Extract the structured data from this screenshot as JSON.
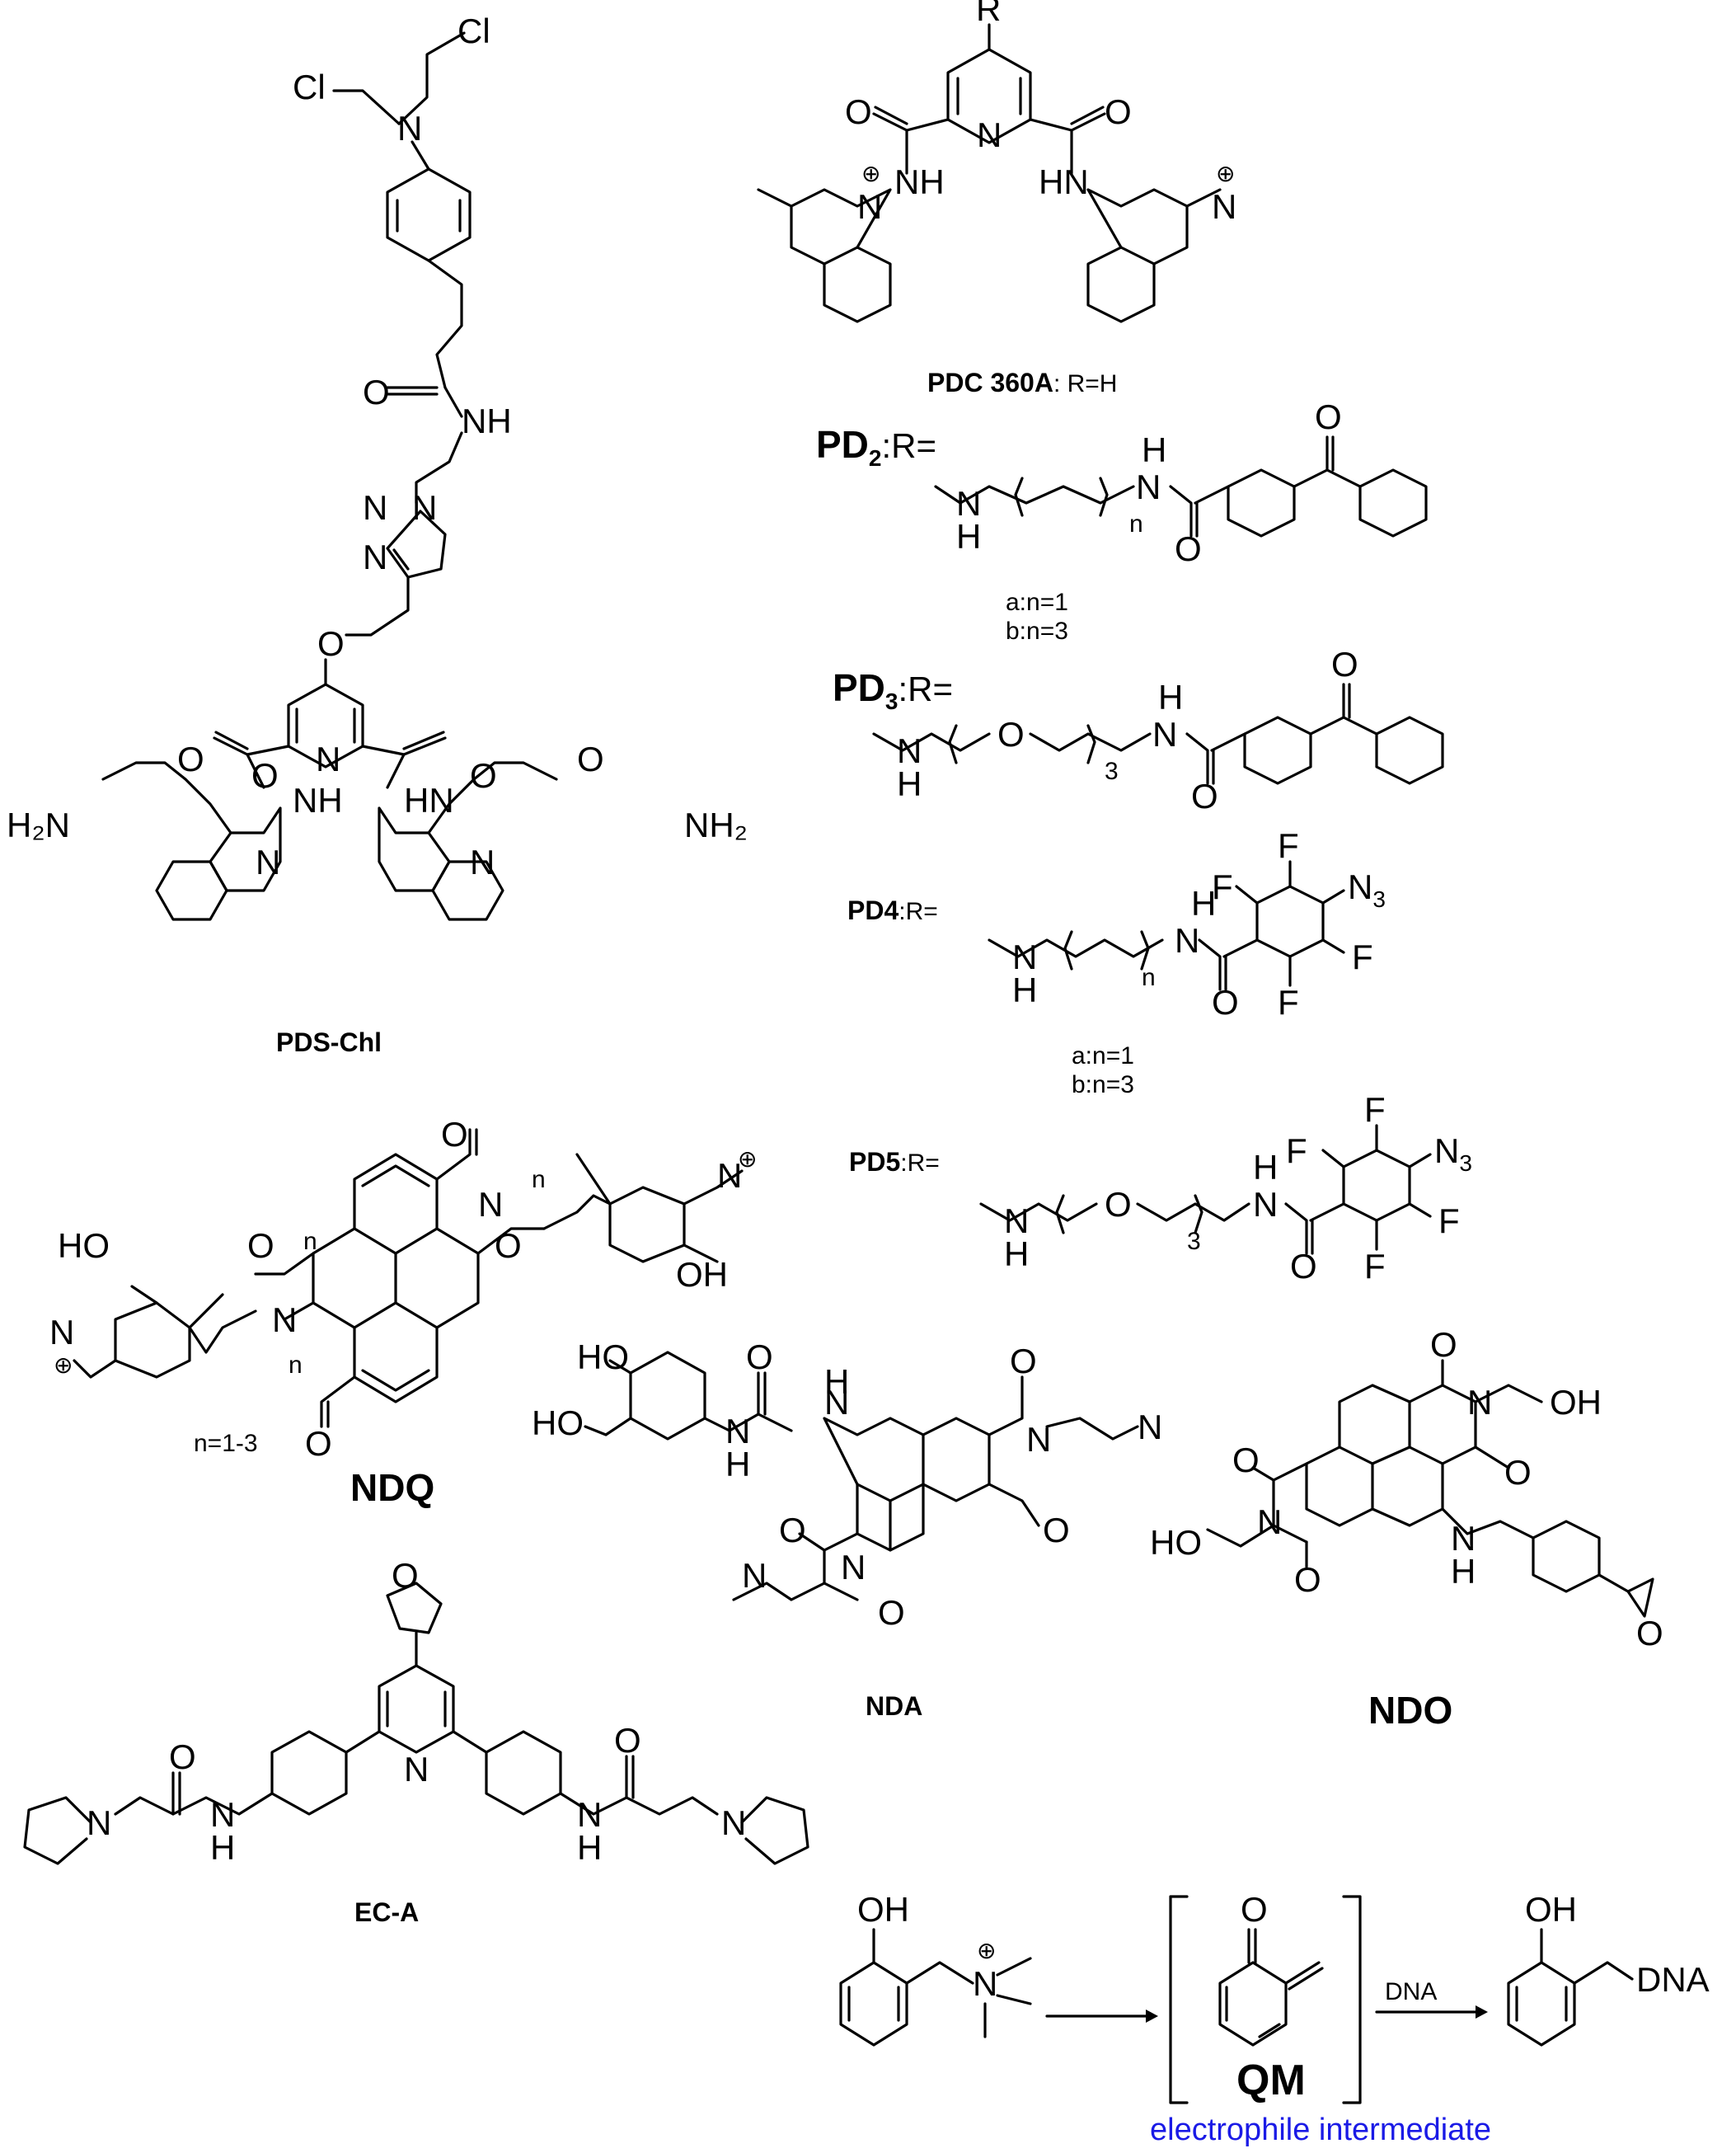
{
  "compounds": {
    "pds_chl": {
      "name": "PDS-Chl",
      "atoms": [
        "Cl",
        "Cl",
        "N",
        "O",
        "NH",
        "N",
        "N",
        "N",
        "O",
        "O",
        "N",
        "O",
        "NH",
        "HN",
        "N",
        "N",
        "O",
        "O",
        "H₂N",
        "NH₂"
      ]
    },
    "pdc": {
      "name": "PDC 360A",
      "caption_suffix": ": R=H",
      "atoms": [
        "R",
        "O",
        "N",
        "O",
        "NH",
        "HN",
        "N",
        "N"
      ],
      "charge": "⊕"
    },
    "pd2": {
      "name": "PD",
      "name_sub": "2",
      "r_label": ":R=",
      "atoms": [
        "N",
        "H",
        "H",
        "N",
        "O",
        "O"
      ],
      "repeat_index": "n",
      "variants": [
        "a:n=1",
        "b:n=3"
      ]
    },
    "pd3": {
      "name": "PD",
      "name_sub": "3",
      "r_label": ":R=",
      "atoms": [
        "N",
        "H",
        "O",
        "H",
        "N",
        "O",
        "O"
      ],
      "repeat_index": "3"
    },
    "pd4": {
      "name": "PD4",
      "r_label": ":R=",
      "atoms": [
        "N",
        "H",
        "H",
        "N",
        "O",
        "F",
        "F",
        "F",
        "F",
        "N",
        "3"
      ],
      "repeat_index": "n",
      "variants": [
        "a:n=1",
        "b:n=3"
      ]
    },
    "pd5": {
      "name": "PD5",
      "r_label": ":R=",
      "atoms": [
        "N",
        "H",
        "O",
        "H",
        "N",
        "O",
        "F",
        "F",
        "F",
        "F",
        "N",
        "3"
      ],
      "repeat_index": "3"
    },
    "ndq": {
      "name": "NDQ",
      "condition": "n=1-3",
      "atoms": [
        "O",
        "O",
        "O",
        "O",
        "N",
        "N",
        "HO",
        "OH",
        "N",
        "N",
        "n",
        "n",
        "n"
      ],
      "charge": "⊕"
    },
    "nda": {
      "name": "NDA",
      "atoms": [
        "HO",
        "HO",
        "O",
        "N",
        "H",
        "N",
        "H",
        "O",
        "O",
        "O",
        "O",
        "N",
        "N",
        "N",
        "N"
      ]
    },
    "ndo": {
      "name": "NDO",
      "atoms": [
        "O",
        "O",
        "O",
        "O",
        "N",
        "N",
        "OH",
        "HO",
        "N",
        "H",
        "O"
      ]
    },
    "eca": {
      "name": "EC-A",
      "atoms": [
        "O",
        "N",
        "O",
        "O",
        "N",
        "H",
        "N",
        "H",
        "N",
        "N"
      ]
    },
    "qm_scheme": {
      "name": "QM",
      "label": "electrophile intermediate",
      "reagent": "DNA",
      "product_group": "DNA",
      "atoms": [
        "OH",
        "N",
        "O",
        "OH"
      ],
      "charge": "⊕"
    }
  }
}
